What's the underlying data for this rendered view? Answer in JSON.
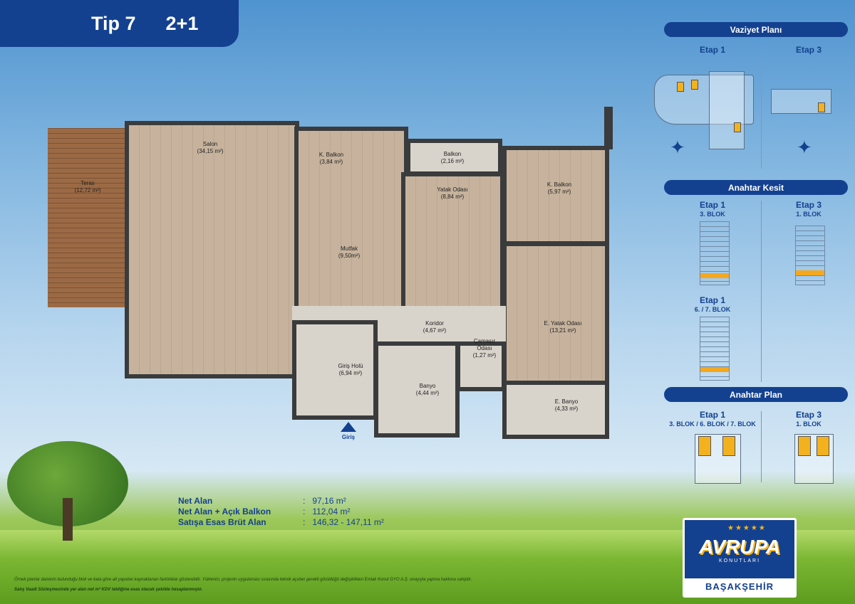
{
  "header": {
    "type": "Tip 7",
    "layout": "2+1"
  },
  "vaziyet": {
    "title": "Vaziyet Planı",
    "left": "Etap 1",
    "right": "Etap 3"
  },
  "kesit": {
    "title": "Anahtar Kesit",
    "items": [
      {
        "etap": "Etap 1",
        "blok": "3. BLOK"
      },
      {
        "etap": "Etap 3",
        "blok": "1. BLOK"
      },
      {
        "etap": "Etap 1",
        "blok": "6. / 7. BLOK"
      }
    ]
  },
  "anahtar_plan": {
    "title": "Anahtar Plan",
    "items": [
      {
        "etap": "Etap 1",
        "blok": "3. BLOK / 6. BLOK / 7. BLOK"
      },
      {
        "etap": "Etap 3",
        "blok": "1. BLOK"
      }
    ]
  },
  "rooms": {
    "teras": {
      "name": "Teras",
      "area": "(12,72 m²)"
    },
    "salon": {
      "name": "Salon",
      "area": "(34,15 m²)"
    },
    "kbalkon1": {
      "name": "K. Balkon",
      "area": "(3,84 m²)"
    },
    "mutfak": {
      "name": "Mutfak",
      "area": "(9,50m²)"
    },
    "balkon": {
      "name": "Balkon",
      "area": "(2,16 m²)"
    },
    "yatak": {
      "name": "Yatak Odası",
      "area": "(8,84 m²)"
    },
    "kbalkon2": {
      "name": "K. Balkon",
      "area": "(5,97 m²)"
    },
    "eyatak": {
      "name": "E. Yatak Odası",
      "area": "(13,21 m²)"
    },
    "koridor": {
      "name": "Koridor",
      "area": "(4,67 m²)"
    },
    "camasir": {
      "name": "Çamaşır Odası",
      "area": "(1,27 m²)"
    },
    "giris_holu": {
      "name": "Giriş Holü",
      "area": "(6,94 m²)"
    },
    "banyo": {
      "name": "Banyo",
      "area": "(4,44 m²)"
    },
    "ebanyo": {
      "name": "E. Banyo",
      "area": "(4,33 m²)"
    }
  },
  "entrance": "Giriş",
  "areas": [
    {
      "label": "Net Alan",
      "value": "97,16 m²"
    },
    {
      "label": "Net Alan + Açık Balkon",
      "value": "112,04 m²"
    },
    {
      "label": "Satışa Esas Brüt Alan",
      "value": "146,32 - 147,11 m²"
    }
  ],
  "disclaimer": "Örnek planlar dairenin bulunduğu blok ve kata göre alt yapıdan kaynaklanan farklılıklar gösterebilir. Yüklenici, projenin uygulaması sırasında teknik açıdan gerekli görüldüğü değişiklikleri Emlak Konut GYO A.Ş. onayıyla yapma hakkına sahiptir.",
  "note": "Satış Vaadi Sözleşmesinde yer alan net m² KDV tebliğine esas olacak şekilde hesaplanmıştır.",
  "logo": {
    "name": "AVRUPA",
    "sub": "KONUTLARI",
    "district": "BAŞAKŞEHİR"
  }
}
